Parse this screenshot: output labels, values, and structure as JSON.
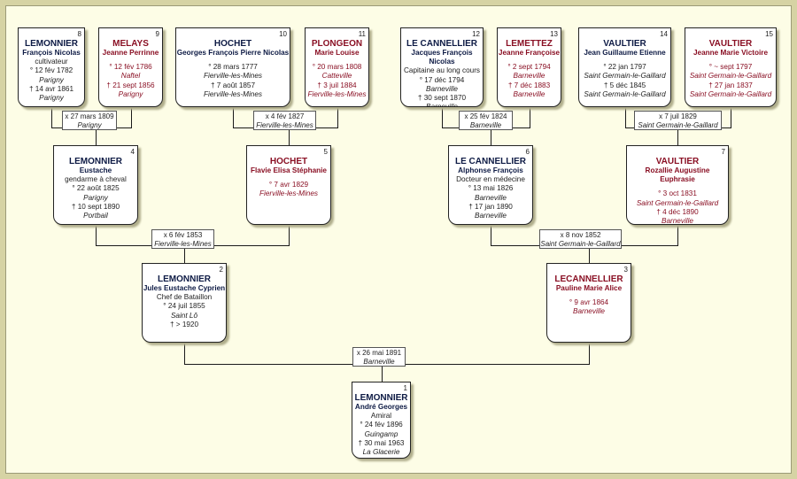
{
  "persons": {
    "p1": {
      "num": "1",
      "surname": "LEMONNIER",
      "given": "André Georges",
      "notes": [
        "Amiral"
      ],
      "birth": "° 24 fév 1896",
      "birth_place": "Guingamp",
      "death": "† 30 mai 1963",
      "death_place": "La Glacerie"
    },
    "p2": {
      "num": "2",
      "surname": "LEMONNIER",
      "given": "Jules Eustache Cyprien",
      "notes": [
        "Chef de Bataillon"
      ],
      "birth": "° 24 juil 1855",
      "birth_place": "Saint Lô",
      "death": "† > 1920",
      "death_place": ""
    },
    "p3": {
      "num": "3",
      "surname": "LECANNELLIER",
      "given": "Pauline Marie  Alice",
      "notes": [],
      "birth": "° 9 avr 1864",
      "birth_place": "Barneville",
      "death": "",
      "death_place": ""
    },
    "p4": {
      "num": "4",
      "surname": "LEMONNIER",
      "given": "Eustache",
      "notes": [
        "gendarme à cheval"
      ],
      "birth": "° 22 août 1825",
      "birth_place": "Parigny",
      "death": "† 10 sept 1890",
      "death_place": "Portbail"
    },
    "p5": {
      "num": "5",
      "surname": "HOCHET",
      "given": "Flavie Elisa Stéphanie",
      "notes": [],
      "birth": "° 7 avr 1829",
      "birth_place": "Fierville-les-Mines",
      "death": "",
      "death_place": ""
    },
    "p6": {
      "num": "6",
      "surname": "LE CANNELLIER",
      "given": "Alphonse François",
      "notes": [
        "Docteur en médecine"
      ],
      "birth": "° 13 mai 1826",
      "birth_place": "Barneville",
      "death": "† 17 jan 1890",
      "death_place": "Barneville"
    },
    "p7": {
      "num": "7",
      "surname": "VAULTIER",
      "given": "Rozallie Augustine Euphrasie",
      "notes": [],
      "birth": "° 3 oct 1831",
      "birth_place": "Saint Germain-le-Gaillard",
      "death": "† 4 déc 1890",
      "death_place": "Barneville"
    },
    "p8": {
      "num": "8",
      "surname": "LEMONNIER",
      "given": "François Nicolas",
      "notes": [
        "cultivateur"
      ],
      "birth": "° 12 fév 1782",
      "birth_place": "Parigny",
      "death": "† 14 avr 1861",
      "death_place": "Parigny"
    },
    "p9": {
      "num": "9",
      "surname": "MELAYS",
      "given": "Jeanne Perrinne",
      "notes": [],
      "birth": "° 12 fév 1786",
      "birth_place": "Naftel",
      "death": "† 21 sept 1856",
      "death_place": "Parigny"
    },
    "p10": {
      "num": "10",
      "surname": "HOCHET",
      "given": "Georges François Pierre Nicolas",
      "notes": [],
      "birth": "° 28 mars 1777",
      "birth_place": "Fierville-les-Mines",
      "death": "† 7 août 1857",
      "death_place": "Fierville-les-Mines"
    },
    "p11": {
      "num": "11",
      "surname": "PLONGEON",
      "given": "Marie Louise",
      "notes": [],
      "birth": "° 20 mars 1808",
      "birth_place": "Catteville",
      "death": "† 3 juil 1884",
      "death_place": "Fierville-les-Mines"
    },
    "p12": {
      "num": "12",
      "surname": "LE CANNELLIER",
      "given": "Jacques François Nicolas",
      "notes": [
        "Capitaine au long cours"
      ],
      "birth": "° 17 déc 1794",
      "birth_place": "Barneville",
      "death": "† 30 sept 1870",
      "death_place": "Barneville"
    },
    "p13": {
      "num": "13",
      "surname": "LEMETTEZ",
      "given": "Jeanne Françoise",
      "notes": [],
      "birth": "° 2 sept 1794",
      "birth_place": "Barneville",
      "death": "† 7 déc 1883",
      "death_place": "Barneville"
    },
    "p14": {
      "num": "14",
      "surname": "VAULTIER",
      "given": "Jean Guillaume Etienne",
      "notes": [],
      "birth": "° 22 jan 1797",
      "birth_place": "Saint Germain-le-Gaillard",
      "death": "† 5 déc 1845",
      "death_place": "Saint Germain-le-Gaillard"
    },
    "p15": {
      "num": "15",
      "surname": "VAULTIER",
      "given": "Jeanne Marie Victoire",
      "notes": [],
      "birth": "° ~ sept 1797",
      "birth_place": "Saint Germain-le-Gaillard",
      "death": "† 27 jan 1837",
      "death_place": "Saint Germain-le-Gaillard"
    }
  },
  "marriages": {
    "m1": {
      "date": "x 26 mai 1891",
      "place": "Barneville"
    },
    "m2": {
      "date": "x 6 fév 1853",
      "place": "Fierville-les-Mines"
    },
    "m3": {
      "date": "x 8 nov 1852",
      "place": "Saint Germain-le-Gaillard"
    },
    "m4": {
      "date": "x 27 mars 1809",
      "place": "Parigny"
    },
    "m5": {
      "date": "x 4 fév 1827",
      "place": "Fierville-les-Mines"
    },
    "m6": {
      "date": "x 25 fév 1824",
      "place": "Barneville"
    },
    "m7": {
      "date": "x 7 juil 1829",
      "place": "Saint Germain-le-Gaillard"
    }
  }
}
